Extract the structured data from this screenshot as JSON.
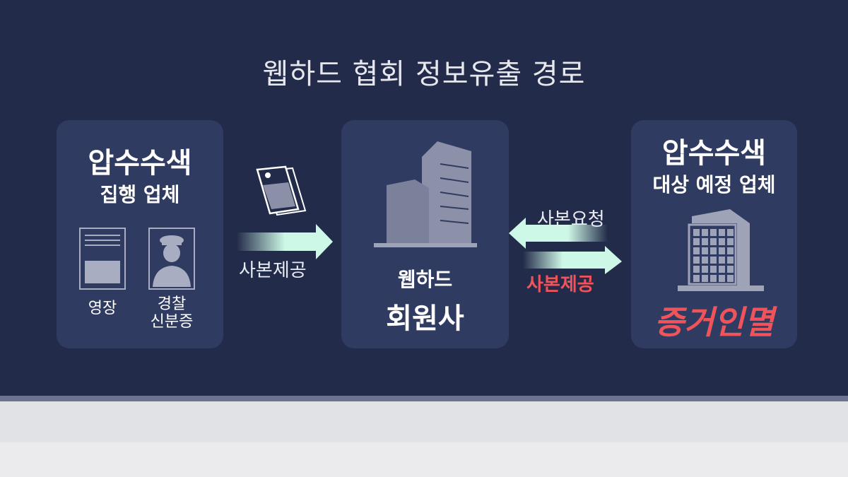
{
  "title": "웹하드 협회 정보유출 경로",
  "left_panel": {
    "heading": "압수수색",
    "subheading": "집행 업체",
    "warrant_label": "영장",
    "police_label_1": "경찰",
    "police_label_2": "신분증"
  },
  "center_panel": {
    "line1": "웹하드",
    "line2": "회원사"
  },
  "right_panel": {
    "heading": "압수수색",
    "subheading": "대상 예정 업체",
    "result": "증거인멸"
  },
  "arrows": {
    "left_to_center": "사본제공",
    "request": "사본요청",
    "provide": "사본제공"
  },
  "colors": {
    "background": "#232b4a",
    "panel": "#2f3b61",
    "arrow": "#cdf7e6",
    "highlight": "#f0545a"
  }
}
